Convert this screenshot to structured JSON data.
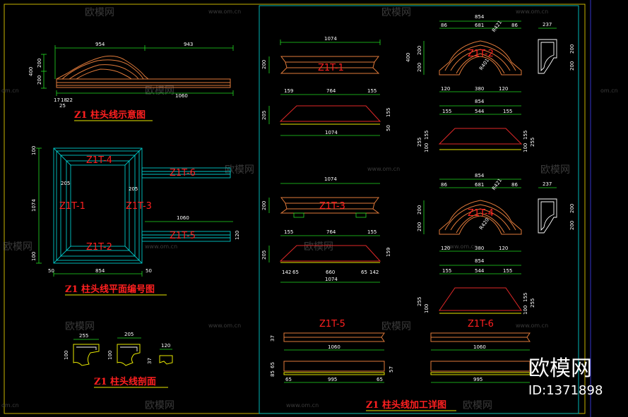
{
  "watermarks": {
    "brand": "欧模网",
    "site": "www.om.cn",
    "site_short": "om.cn"
  },
  "branding": {
    "name": "欧模网",
    "id": "ID:1371898"
  },
  "sheet_titles": {
    "schematic": "Z1 柱头线示意图",
    "plan": "Z1 柱头线平面编号图",
    "section": "Z1 柱头线剖面",
    "processing": "Z1 柱头线加工详图"
  },
  "parts": {
    "z1t1": "Z1T-1",
    "z1t2": "Z1T-2",
    "z1t3": "Z1T-3",
    "z1t4": "Z1T-4",
    "z1t5": "Z1T-5",
    "z1t6": "Z1T-6"
  },
  "dims": {
    "d954": "954",
    "d943": "943",
    "d1060": "1060",
    "d400": "400",
    "d200": "200",
    "d17": "17",
    "d18": "18",
    "d22": "22",
    "d25": "25",
    "d100": "100",
    "d1074": "1074",
    "d205": "205",
    "d50": "50",
    "d854": "854",
    "d120": "120",
    "d159": "159",
    "d764": "764",
    "d155": "155",
    "d142": "142",
    "d85": "85",
    "d660": "660",
    "d65": "65",
    "d86": "86",
    "d681": "681",
    "d237": "237",
    "d544": "544",
    "d380": "380",
    "d255": "255",
    "d37": "37",
    "d995": "995",
    "d57": "57",
    "r421": "R421",
    "r401": "R401",
    "r420": "R420"
  }
}
